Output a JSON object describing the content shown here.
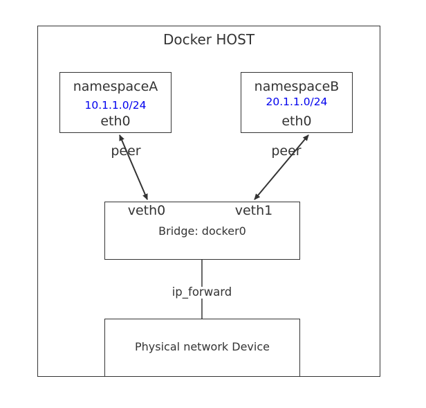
{
  "host": {
    "title": "Docker HOST"
  },
  "namespace_a": {
    "name": "namespaceA",
    "subnet": "10.1.1.0/24",
    "interface": "eth0",
    "link_label": "peer"
  },
  "namespace_b": {
    "name": "namespaceB",
    "subnet": "20.1.1.0/24",
    "interface": "eth0",
    "link_label": "peer"
  },
  "bridge": {
    "name": "Bridge: docker0",
    "left_port": "veth0",
    "right_port": "veth1"
  },
  "uplink": {
    "label": "ip_forward"
  },
  "device": {
    "name": "Physical network Device"
  },
  "colors": {
    "line": "#333333",
    "subnet_text": "#0000ee"
  }
}
